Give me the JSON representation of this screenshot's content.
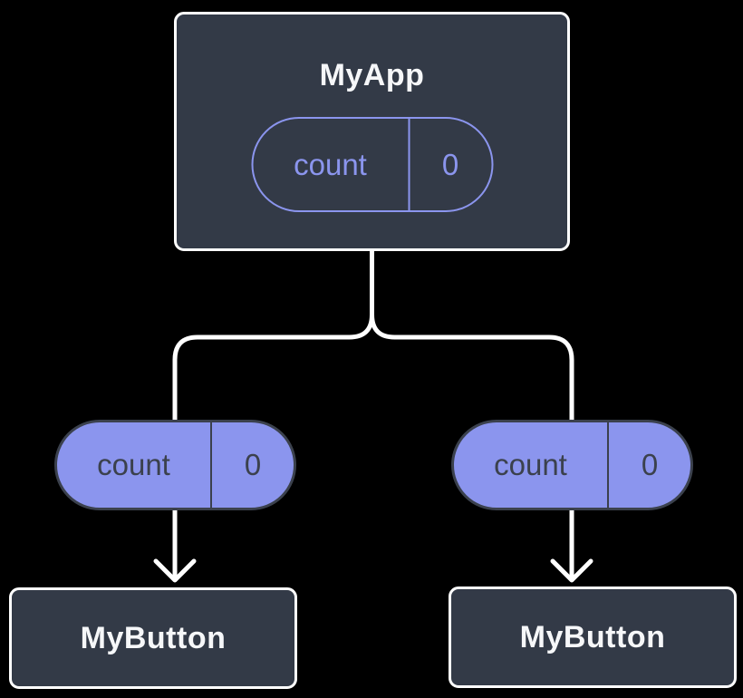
{
  "colors": {
    "background": "#000000",
    "box_fill": "#333a47",
    "box_border": "#ffffff",
    "purple": "#8b95ee",
    "dark_text": "#3b414d",
    "connector": "#ffffff",
    "title_text": "#f6f7f9"
  },
  "diagram": {
    "root": {
      "title": "MyApp",
      "state": {
        "label": "count",
        "value": "0"
      }
    },
    "children": [
      {
        "title": "MyButton",
        "prop": {
          "label": "count",
          "value": "0"
        }
      },
      {
        "title": "MyButton",
        "prop": {
          "label": "count",
          "value": "0"
        }
      }
    ]
  }
}
